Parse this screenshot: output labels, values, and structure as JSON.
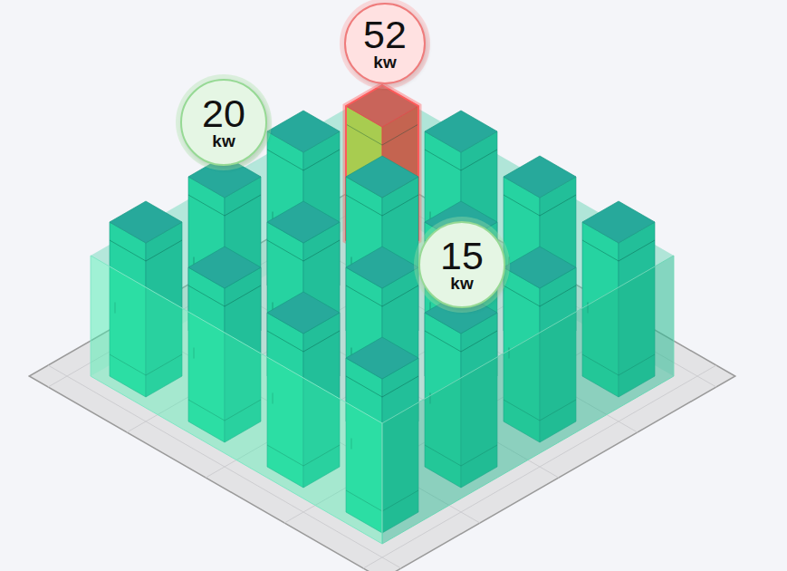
{
  "diagram": {
    "nodes": [
      {
        "text": [
          "52",
          "kw"
        ]
      },
      {
        "text": [
          "20",
          "kw"
        ]
      },
      {
        "text": [
          "15",
          "kw"
        ]
      }
    ]
  }
}
